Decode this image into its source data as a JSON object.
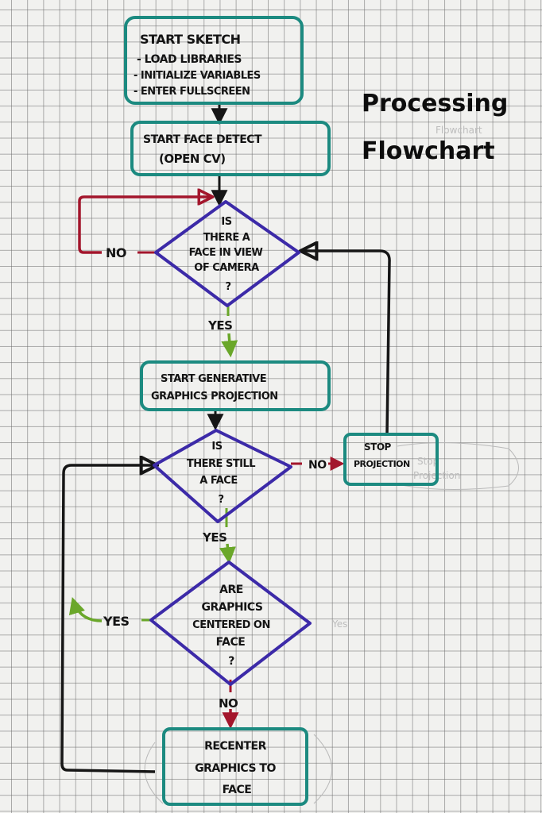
{
  "title": {
    "line1": "Processing",
    "line2": "Flowchart"
  },
  "colors": {
    "process_box": "#1c8a80",
    "decision": "#3c2aa8",
    "flow_line": "#161616",
    "no_path": "#a3162c",
    "yes_path": "#6aa72a",
    "paper": "#f1f1ef",
    "grid": "#8a8a8a"
  },
  "nodes": {
    "start_sketch": {
      "type": "process",
      "lines": [
        "START SKETCH",
        "- LOAD LIBRARIES",
        "- INITIALIZE VARIABLES",
        "- ENTER FULLSCREEN"
      ]
    },
    "face_detect": {
      "type": "process",
      "lines": [
        "START FACE DETECT",
        "(OPEN CV)"
      ]
    },
    "face_in_view": {
      "type": "decision",
      "lines": [
        "IS",
        "THERE A",
        "FACE IN VIEW",
        "OF CAMERA",
        "?"
      ]
    },
    "start_projection": {
      "type": "process",
      "lines": [
        "START GENERATIVE",
        "GRAPHICS PROJECTION"
      ]
    },
    "still_face": {
      "type": "decision",
      "lines": [
        "IS",
        "THERE STILL",
        "A FACE",
        "?"
      ]
    },
    "stop_projection": {
      "type": "process",
      "lines": [
        "STOP",
        "PROJECTION"
      ]
    },
    "graphics_centered": {
      "type": "decision",
      "lines": [
        "ARE",
        "GRAPHICS",
        "CENTERED ON",
        "FACE",
        "?"
      ]
    },
    "recenter": {
      "type": "process",
      "lines": [
        "RECENTER",
        "GRAPHICS TO",
        "FACE"
      ]
    }
  },
  "edges": [
    {
      "from": "start_sketch",
      "to": "face_detect",
      "label": ""
    },
    {
      "from": "face_detect",
      "to": "face_in_view",
      "label": ""
    },
    {
      "from": "face_in_view",
      "to": "face_in_view",
      "label": "NO"
    },
    {
      "from": "face_in_view",
      "to": "start_projection",
      "label": "YES"
    },
    {
      "from": "start_projection",
      "to": "still_face",
      "label": ""
    },
    {
      "from": "still_face",
      "to": "stop_projection",
      "label": "NO"
    },
    {
      "from": "stop_projection",
      "to": "face_in_view",
      "label": ""
    },
    {
      "from": "still_face",
      "to": "graphics_centered",
      "label": "YES"
    },
    {
      "from": "graphics_centered",
      "to": "still_face",
      "label": "YES"
    },
    {
      "from": "graphics_centered",
      "to": "recenter",
      "label": "NO"
    },
    {
      "from": "recenter",
      "to": "still_face",
      "label": ""
    }
  ],
  "labels": {
    "no_loop": "NO",
    "yes_1": "YES",
    "no_stop": "NO",
    "yes_2": "YES",
    "yes_centered": "YES",
    "no_centered": "NO",
    "pencil_yes": "Yes",
    "pencil_stop_1": "Stop",
    "pencil_stop_2": "Projection",
    "pencil_title": "Flowchart"
  }
}
